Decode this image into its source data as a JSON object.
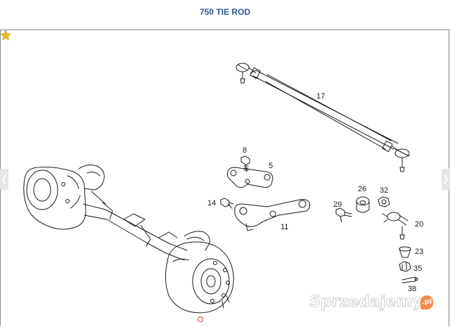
{
  "page": {
    "title": "750 TIE ROD"
  },
  "diagram": {
    "part_labels": {
      "p17": "17",
      "p8": "8",
      "p5": "5",
      "p14": "14",
      "p11": "11",
      "p26": "26",
      "p32": "32",
      "p29": "29",
      "p20": "20",
      "p23": "23",
      "p35": "35",
      "p38": "38"
    }
  },
  "watermark": {
    "text": "Sprzedajemy",
    "suffix": ".pl"
  },
  "colors": {
    "title": "#2c5a8c",
    "frame": "#8a8a8a",
    "star": "#f2b51c",
    "marker": "#e03030"
  }
}
